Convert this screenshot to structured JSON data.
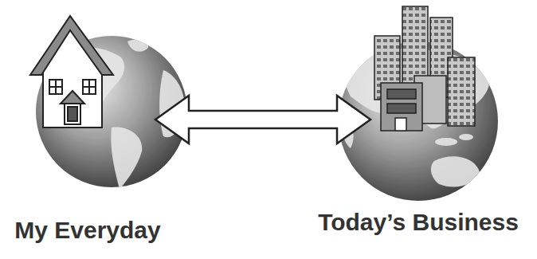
{
  "diagram": {
    "nodes": [
      {
        "text": [
          "My Everyday"
        ]
      },
      {
        "text": [
          "Today’s Business"
        ]
      }
    ],
    "edges": [
      {
        "from": 0,
        "to": 1,
        "arrow": "both"
      }
    ]
  }
}
